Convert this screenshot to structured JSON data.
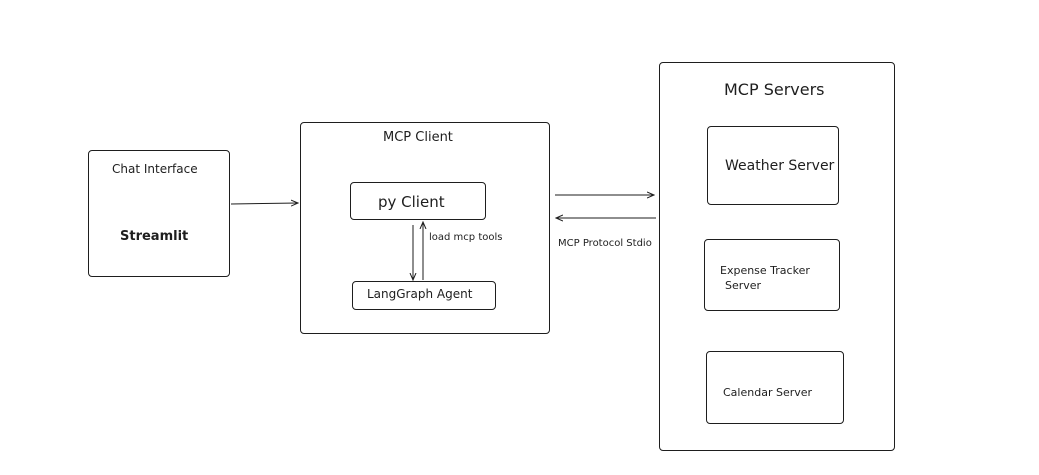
{
  "chat_interface": {
    "title": "Chat Interface",
    "subtitle": "Streamlit"
  },
  "mcp_client": {
    "title": "MCP Client",
    "py_client": "py Client",
    "agent": "LangGraph Agent",
    "tools_label": "load mcp tools"
  },
  "protocol_label": "MCP Protocol Stdio",
  "mcp_servers": {
    "title": "MCP Servers",
    "weather": "Weather Server",
    "expense_line1": "Expense Tracker",
    "expense_line2": "Server",
    "calendar": "Calendar Server"
  },
  "colors": {
    "stroke": "#1e1e1e",
    "background": "#ffffff"
  }
}
